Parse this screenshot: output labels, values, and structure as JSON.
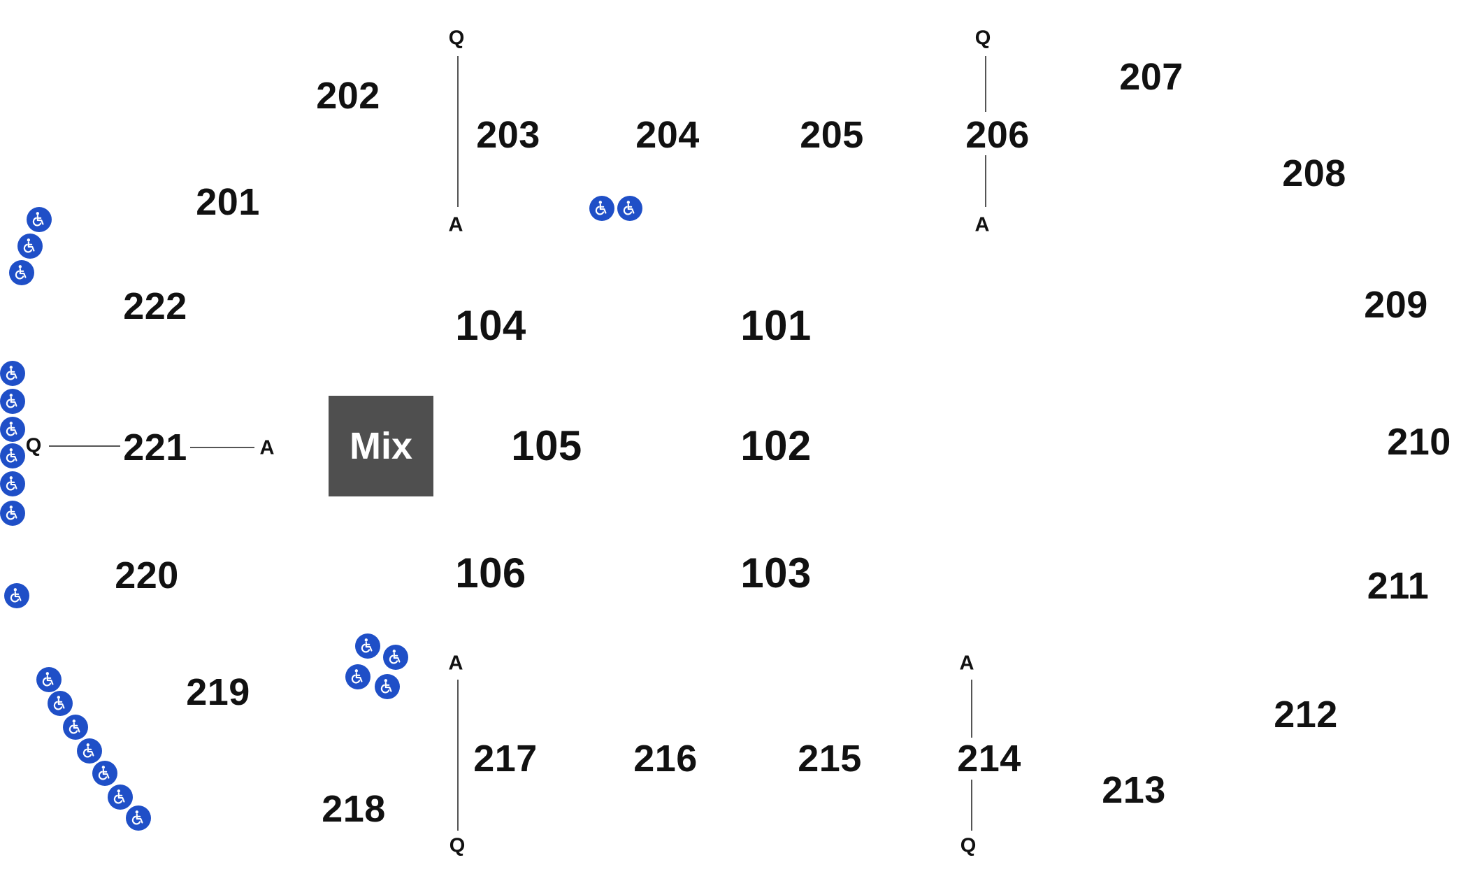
{
  "mix_label": "Mix",
  "colors": {
    "section_text": "#111111",
    "mix_fill": "#4f4f4f",
    "ada_fill": "#1f4fc7",
    "line": "#555555"
  },
  "icon": "wheelchair-accessible-icon",
  "sections": {
    "s101": "101",
    "s102": "102",
    "s103": "103",
    "s104": "104",
    "s105": "105",
    "s106": "106",
    "s201": "201",
    "s202": "202",
    "s203": "203",
    "s204": "204",
    "s205": "205",
    "s206": "206",
    "s207": "207",
    "s208": "208",
    "s209": "209",
    "s210": "210",
    "s211": "211",
    "s212": "212",
    "s213": "213",
    "s214": "214",
    "s215": "215",
    "s216": "216",
    "s217": "217",
    "s218": "218",
    "s219": "219",
    "s220": "220",
    "s221": "221",
    "s222": "222"
  },
  "row_markers": {
    "q": "Q",
    "a": "A"
  }
}
